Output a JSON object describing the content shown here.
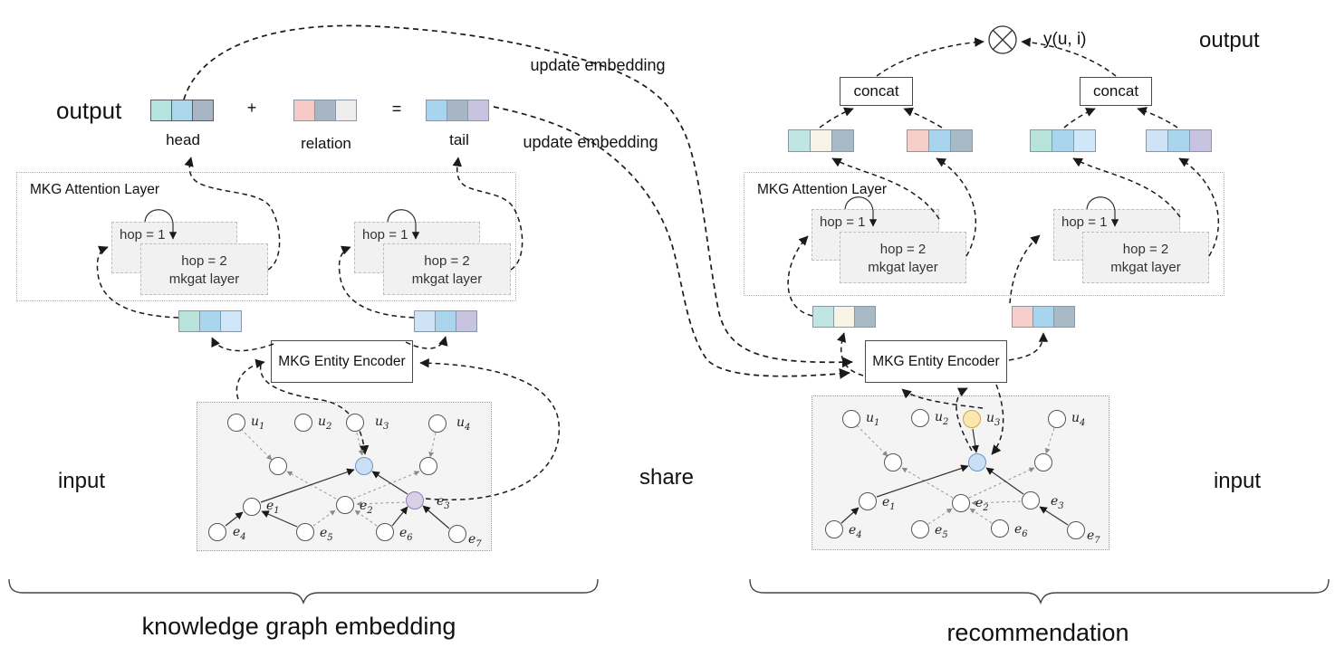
{
  "left": {
    "output_label": "output",
    "head_label": "head",
    "plus": "+",
    "relation_label": "relation",
    "equals": "=",
    "tail_label": "tail",
    "attention_title": "MKG Attention Layer",
    "hop1": "hop = 1",
    "hop2": "hop = 2",
    "hop2_sub": "mkgat layer",
    "encoder_label": "MKG Entity Encoder",
    "input_label": "input",
    "caption": "knowledge graph embedding"
  },
  "right": {
    "output_label": "output",
    "score_label": "y(u, i)",
    "concat_label": "concat",
    "attention_title": "MKG Attention Layer",
    "hop1": "hop = 1",
    "hop2": "hop = 2",
    "hop2_sub": "mkgat layer",
    "encoder_label": "MKG Entity Encoder",
    "input_label": "input",
    "caption": "recommendation"
  },
  "middle": {
    "share_label": "share",
    "update_embedding_top": "update embedding",
    "update_embedding_bottom": "update embedding"
  },
  "nodes": {
    "u": [
      {
        "base": "u",
        "sub": "1"
      },
      {
        "base": "u",
        "sub": "2"
      },
      {
        "base": "u",
        "sub": "3"
      },
      {
        "base": "u",
        "sub": "4"
      }
    ],
    "e": [
      {
        "base": "e",
        "sub": "1"
      },
      {
        "base": "e",
        "sub": "2"
      },
      {
        "base": "e",
        "sub": "3"
      },
      {
        "base": "e",
        "sub": "4"
      },
      {
        "base": "e",
        "sub": "5"
      },
      {
        "base": "e",
        "sub": "6"
      },
      {
        "base": "e",
        "sub": "7"
      }
    ]
  },
  "blocks": {
    "head": [
      "#b7e3df",
      "#abd6ec",
      "#a7b6c2"
    ],
    "relation": [
      "#f6cbc5",
      "#a7b6c2",
      "#ededed"
    ],
    "tail": [
      "#a8d4f0",
      "#a7b6c2",
      "#c7c3e0"
    ],
    "vec_l1": [
      "#b7e3da",
      "#a9d6ec",
      "#cfe7f8"
    ],
    "vec_l2": [
      "#cfe3f7",
      "#a9d6ec",
      "#c7c3e0"
    ],
    "vec_r1": [
      "#bfe6e2",
      "#f7f3e6",
      "#a9bac7"
    ],
    "vec_r2": [
      "#f6cfca",
      "#a9d4ee",
      "#a9bac7"
    ],
    "vec_r3": [
      "#b7e3da",
      "#a9d6ec",
      "#cfe7f8"
    ],
    "vec_r4": [
      "#cfe3f7",
      "#a9d6ec",
      "#c7c3e0"
    ],
    "vec_rb1": [
      "#bfe6e2",
      "#f7f3e6",
      "#a9bac7"
    ],
    "vec_rb2": [
      "#f6cfca",
      "#a9d4ee",
      "#a9bac7"
    ]
  },
  "node_colors": {
    "default": "#ffffff",
    "default_border": "#555555",
    "item_blue": "#cbdff4",
    "item_blue_border": "#6d96c4",
    "entity_purple": "#d9cfe7",
    "entity_purple_border": "#917fb5",
    "user_yellow": "#fbe7b0",
    "user_yellow_border": "#c9a648"
  }
}
